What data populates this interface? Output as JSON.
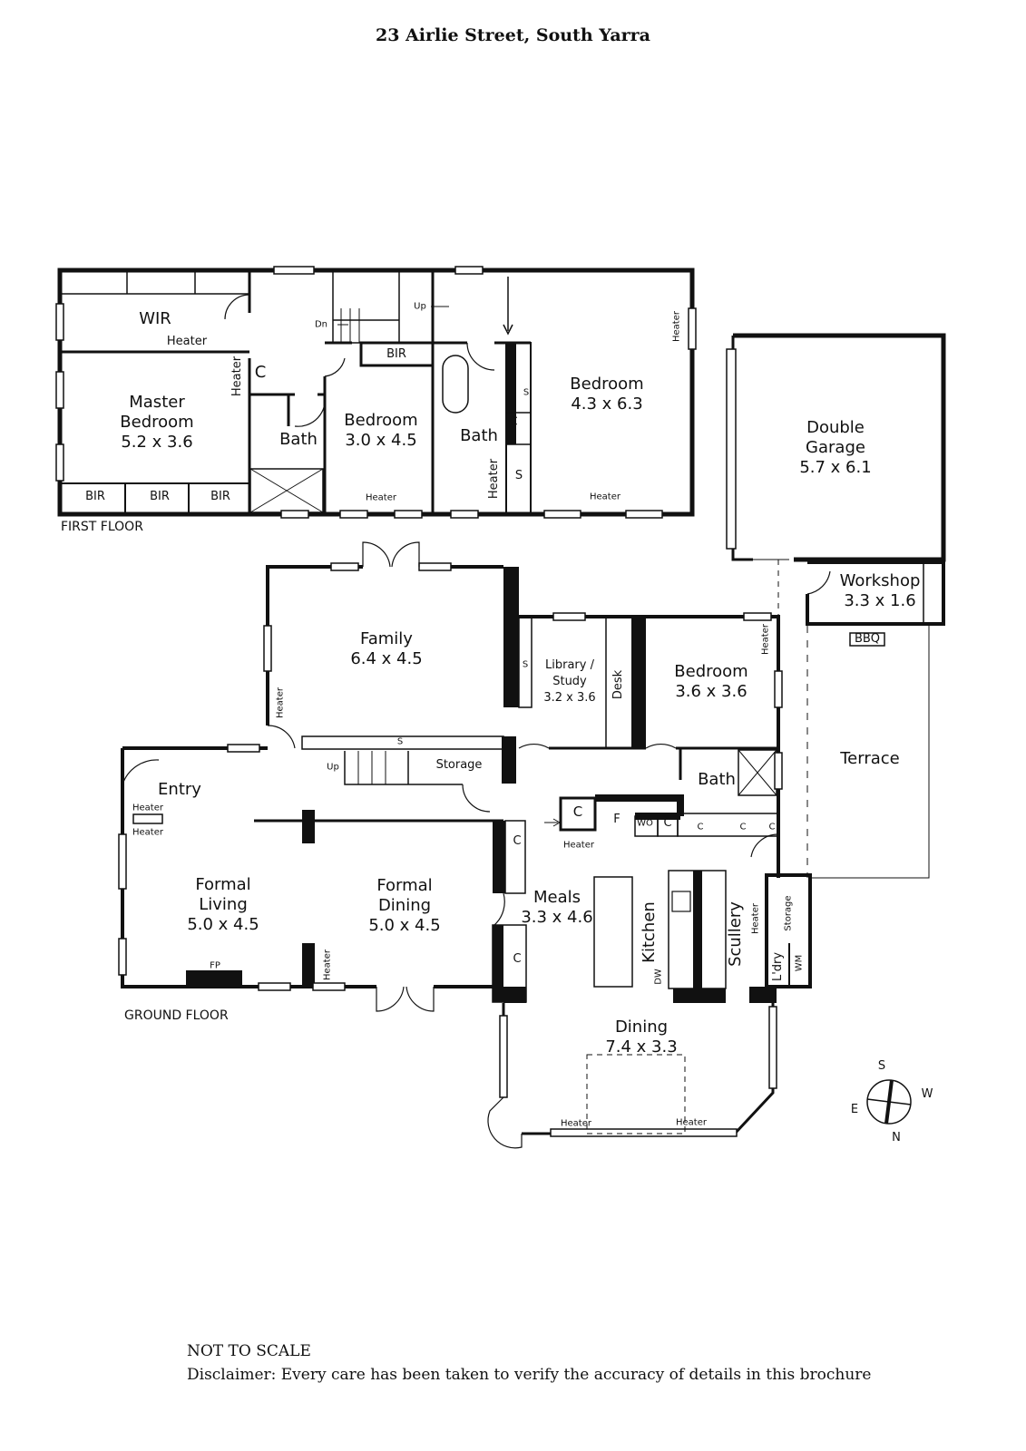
{
  "title": "23 Airlie Street, South Yarra",
  "floors": {
    "first": "FIRST FLOOR",
    "ground": "GROUND FLOOR"
  },
  "rooms": {
    "wir": {
      "name": "WIR"
    },
    "master_bedroom": {
      "name": "Master Bedroom",
      "size": "5.2 x 3.6"
    },
    "ensuite_bath": {
      "name": "Bath"
    },
    "bedroom2": {
      "name": "Bedroom",
      "size": "3.0 x 4.5"
    },
    "bath2": {
      "name": "Bath"
    },
    "bedroom3": {
      "name": "Bedroom",
      "size": "4.3 x 6.3"
    },
    "double_garage": {
      "name": "Double Garage",
      "size": "5.7 x 6.1"
    },
    "workshop": {
      "name": "Workshop",
      "size": "3.3 x 1.6"
    },
    "bbq": {
      "name": "BBQ"
    },
    "terrace": {
      "name": "Terrace"
    },
    "family": {
      "name": "Family",
      "size": "6.4 x 4.5"
    },
    "library": {
      "name": "Library / Study",
      "size": "3.2 x 3.6"
    },
    "desk": {
      "name": "Desk"
    },
    "bedroom4": {
      "name": "Bedroom",
      "size": "3.6 x 3.6"
    },
    "bath3": {
      "name": "Bath"
    },
    "storage": {
      "name": "Storage"
    },
    "entry": {
      "name": "Entry"
    },
    "formal_living": {
      "name": "Formal Living",
      "size": "5.0 x 4.5"
    },
    "formal_dining": {
      "name": "Formal Dining",
      "size": "5.0 x 4.5"
    },
    "meals": {
      "name": "Meals",
      "size": "3.3 x 4.6"
    },
    "kitchen": {
      "name": "Kitchen"
    },
    "scullery": {
      "name": "Scullery"
    },
    "storage2": {
      "name": "Storage"
    },
    "laundry": {
      "name": "L'dry"
    },
    "dining": {
      "name": "Dining",
      "size": "7.4 x 3.3"
    }
  },
  "annotations": {
    "heater": "Heater",
    "cupboard": "C",
    "shelves": "S",
    "bir": "BIR",
    "down": "Dn",
    "up": "Up",
    "fridge": "F",
    "wall_oven": "WO",
    "dishwasher": "DW",
    "fireplace": "FP",
    "washing_machine": "WM"
  },
  "compass": {
    "south": "S",
    "west": "W",
    "east": "E",
    "north": "N"
  },
  "footer": {
    "scale": "NOT TO SCALE",
    "disclaimer": "Disclaimer: Every care has been taken to verify the accuracy of details in this brochure"
  }
}
